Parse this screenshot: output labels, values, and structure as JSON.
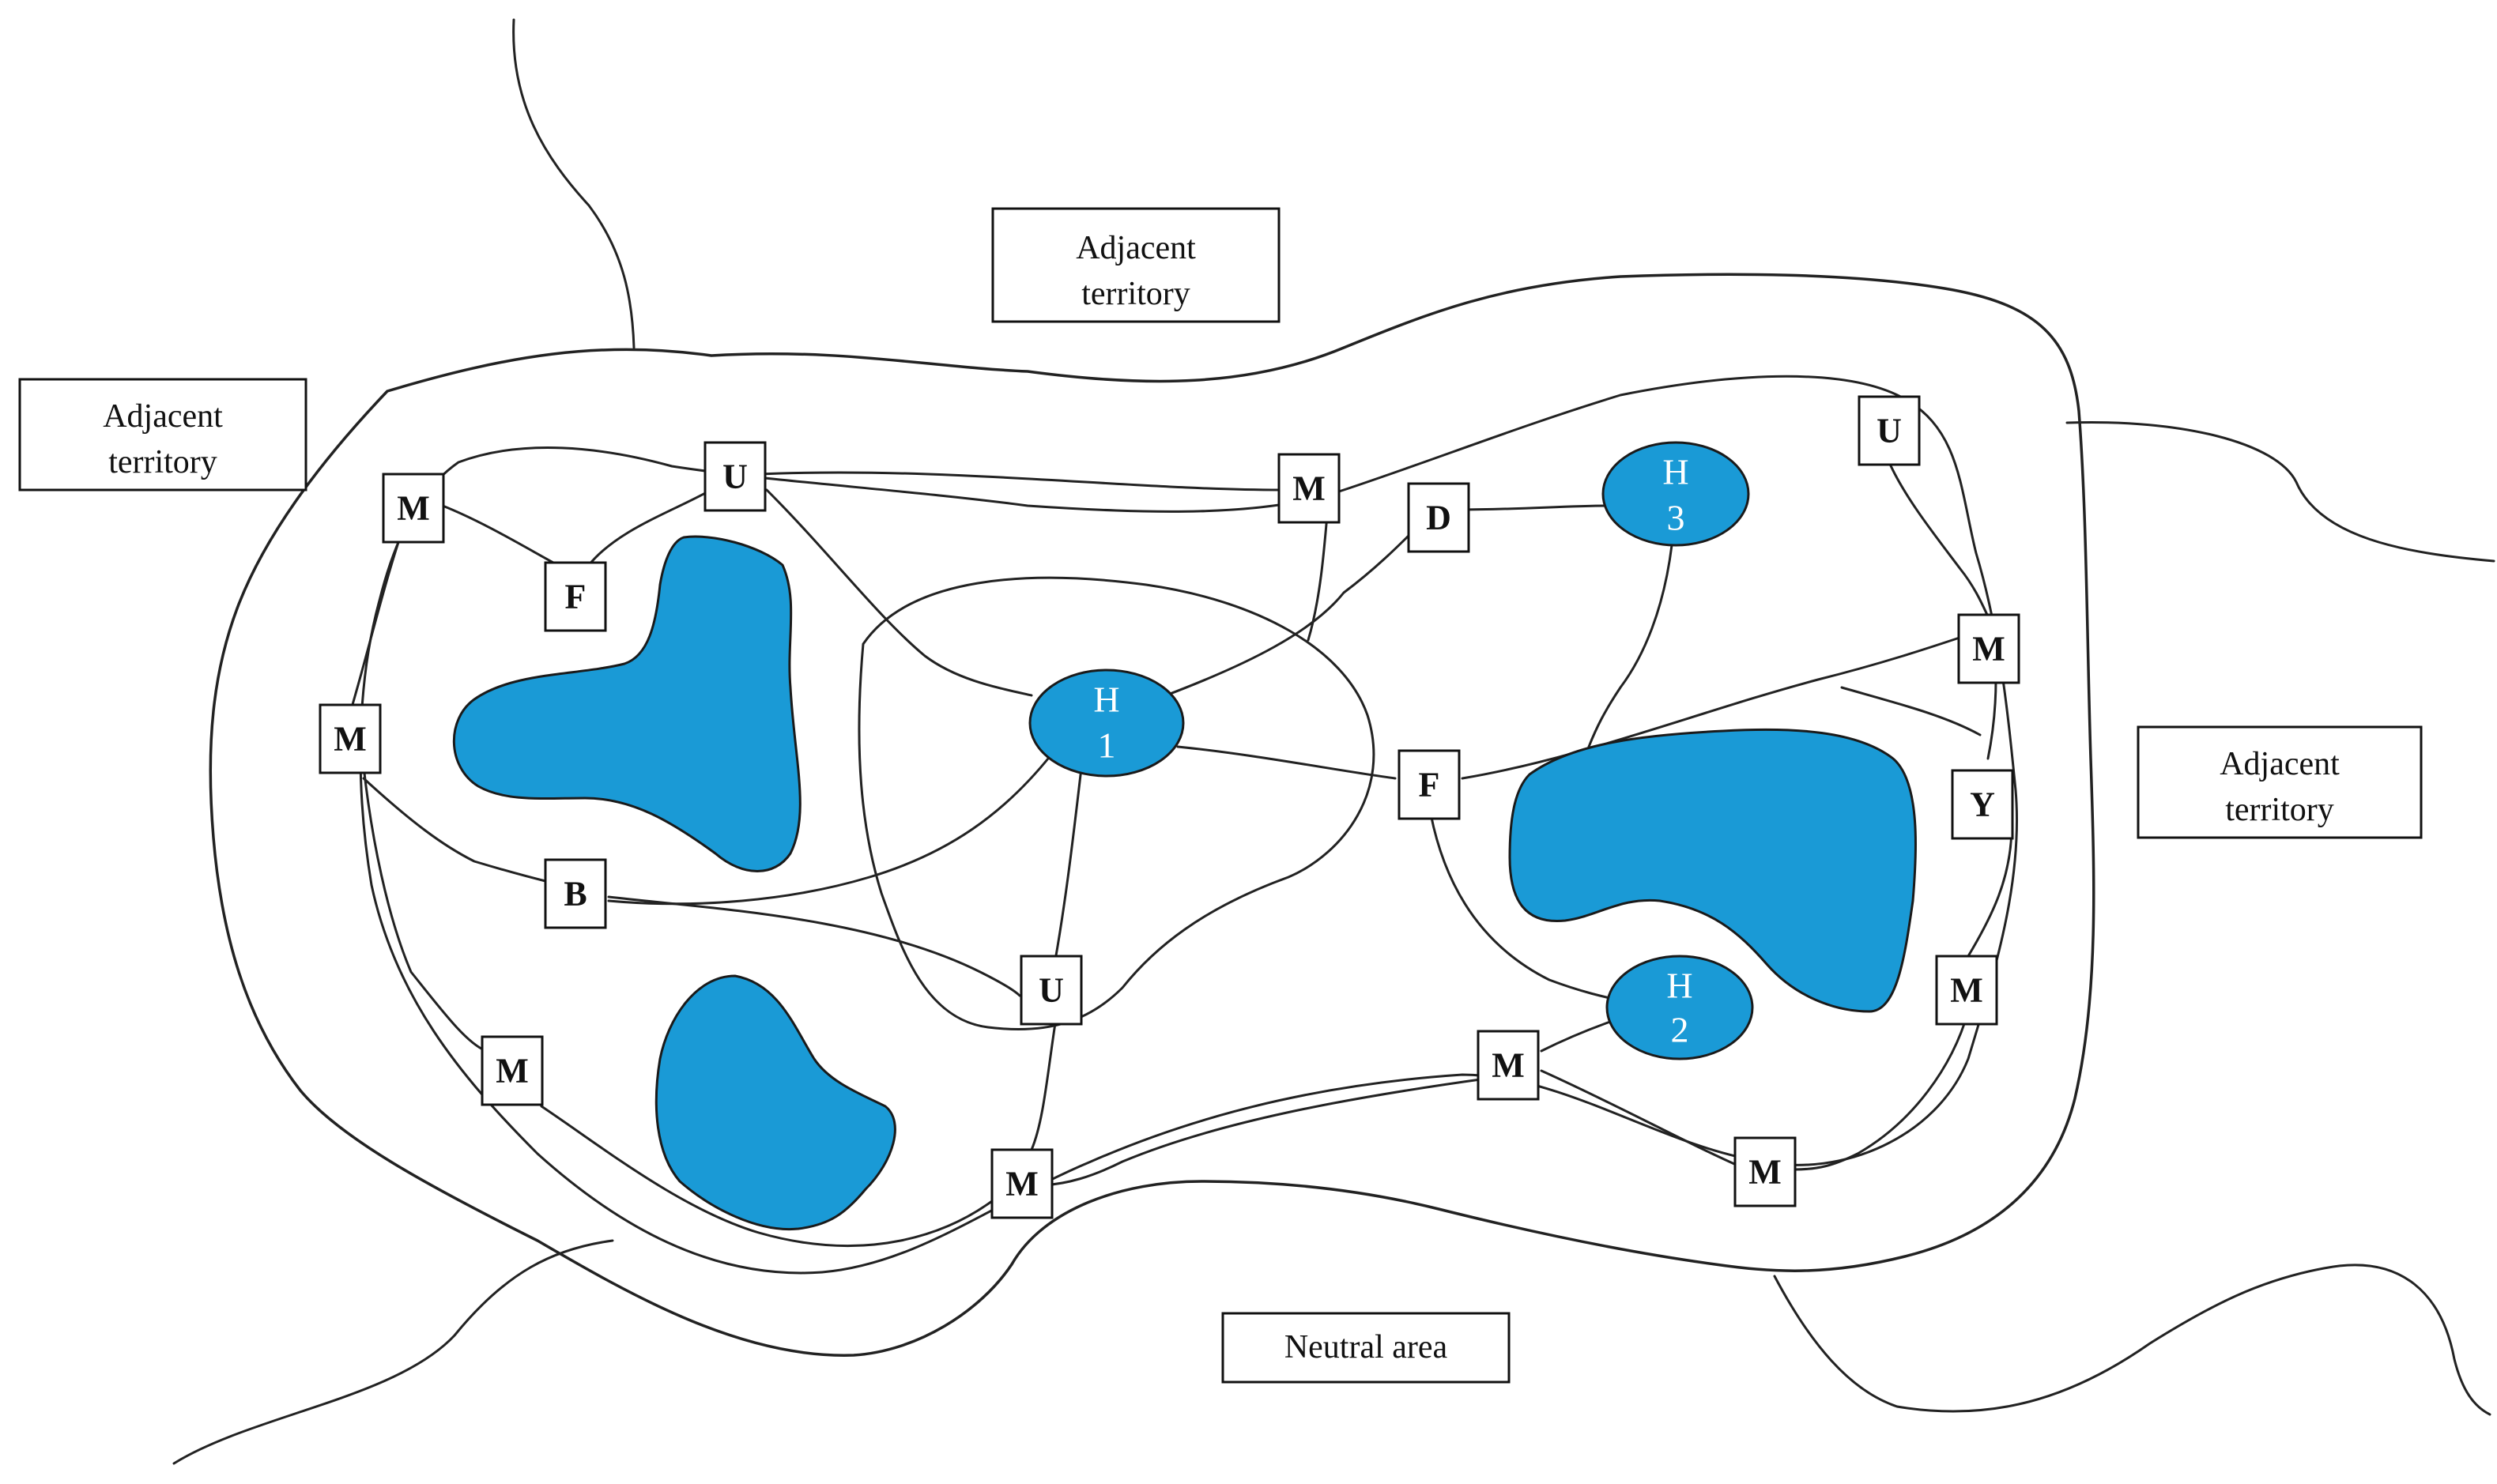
{
  "colors": {
    "water": "#1a9ad6",
    "line": "#222222",
    "hub_text": "#ffffff",
    "box_border": "#111111"
  },
  "areas": {
    "adjacent_left": [
      "Adjacent",
      "territory"
    ],
    "adjacent_top": [
      "Adjacent",
      "territory"
    ],
    "adjacent_right": [
      "Adjacent",
      "territory"
    ],
    "neutral": "Neutral area"
  },
  "hubs": {
    "h1": [
      "H",
      "1"
    ],
    "h2": [
      "H",
      "2"
    ],
    "h3": [
      "H",
      "3"
    ]
  },
  "markers": {
    "m_top_left": "M",
    "u_top_left": "U",
    "f_left": "F",
    "m_left": "M",
    "b_left": "B",
    "m_bottom_left": "M",
    "u_center": "U",
    "m_bottom_center": "M",
    "m_top_center": "M",
    "d_center": "D",
    "f_center": "F",
    "m_bottom_right_a": "M",
    "m_bottom_right_b": "M",
    "u_top_right": "U",
    "m_right_a": "M",
    "y_right": "Y",
    "m_right_b": "M"
  }
}
